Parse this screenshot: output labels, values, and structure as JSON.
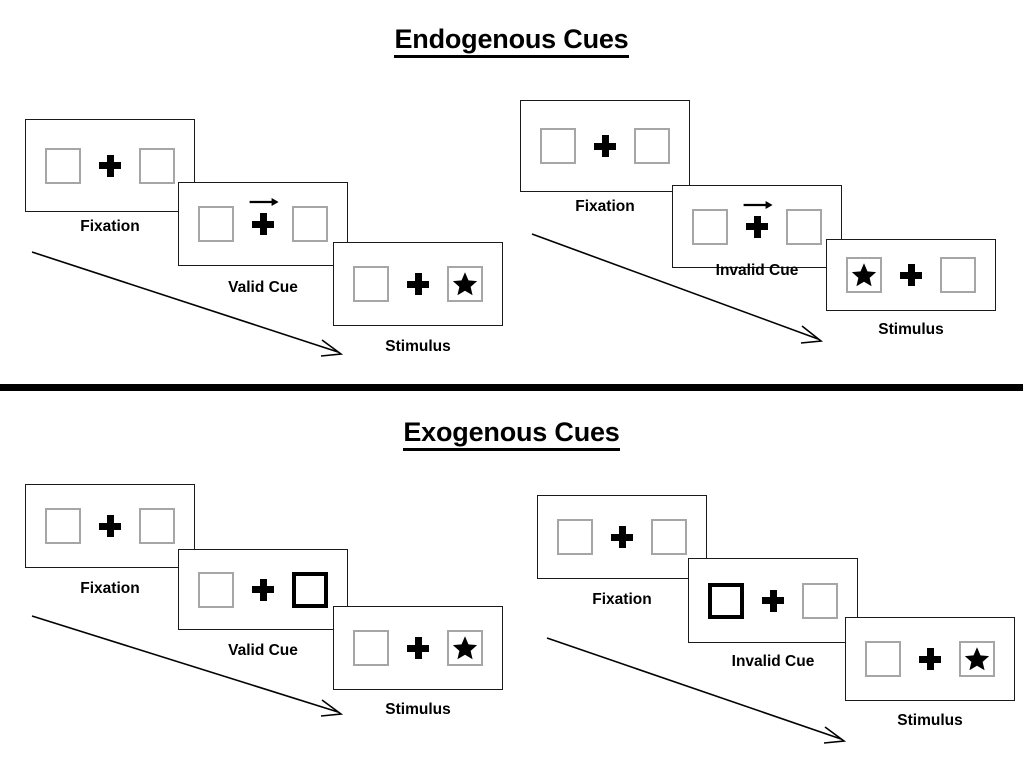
{
  "figure": {
    "sections": [
      {
        "id": "endogenous",
        "title": "Endogenous Cues",
        "columns": [
          {
            "id": "endogenous-valid",
            "frames": [
              {
                "caption": "Fixation",
                "left_box": "empty",
                "right_box": "empty",
                "cue": "none"
              },
              {
                "caption": "Valid Cue",
                "left_box": "empty",
                "right_box": "empty",
                "cue": "arrow-right"
              },
              {
                "caption": "Stimulus",
                "left_box": "empty",
                "right_box": "star",
                "cue": "none"
              }
            ]
          },
          {
            "id": "endogenous-invalid",
            "frames": [
              {
                "caption": "Fixation",
                "left_box": "empty",
                "right_box": "empty",
                "cue": "none"
              },
              {
                "caption": "Invalid Cue",
                "left_box": "empty",
                "right_box": "empty",
                "cue": "arrow-right"
              },
              {
                "caption": "Stimulus",
                "left_box": "star",
                "right_box": "empty",
                "cue": "none"
              }
            ]
          }
        ]
      },
      {
        "id": "exogenous",
        "title": "Exogenous Cues",
        "columns": [
          {
            "id": "exogenous-valid",
            "frames": [
              {
                "caption": "Fixation",
                "left_box": "empty",
                "right_box": "empty",
                "cue": "none"
              },
              {
                "caption": "Valid Cue",
                "left_box": "empty",
                "right_box": "highlight",
                "cue": "none"
              },
              {
                "caption": "Stimulus",
                "left_box": "empty",
                "right_box": "star",
                "cue": "none"
              }
            ]
          },
          {
            "id": "exogenous-invalid",
            "frames": [
              {
                "caption": "Fixation",
                "left_box": "empty",
                "right_box": "empty",
                "cue": "none"
              },
              {
                "caption": "Invalid Cue",
                "left_box": "highlight",
                "right_box": "empty",
                "cue": "none"
              },
              {
                "caption": "Stimulus",
                "left_box": "empty",
                "right_box": "star",
                "cue": "none"
              }
            ]
          }
        ]
      }
    ],
    "time_arrows": [
      {
        "id": "time-arrow-endogenous-left",
        "label": ""
      },
      {
        "id": "time-arrow-endogenous-right",
        "label": ""
      },
      {
        "id": "time-arrow-exogenous-left",
        "label": ""
      },
      {
        "id": "time-arrow-exogenous-right",
        "label": ""
      }
    ],
    "colors": {
      "ink": "#000000",
      "panel_border": "#1a1a1a",
      "box_border": "#a6a6a6",
      "highlight_border": "#000000",
      "background": "#ffffff"
    }
  }
}
